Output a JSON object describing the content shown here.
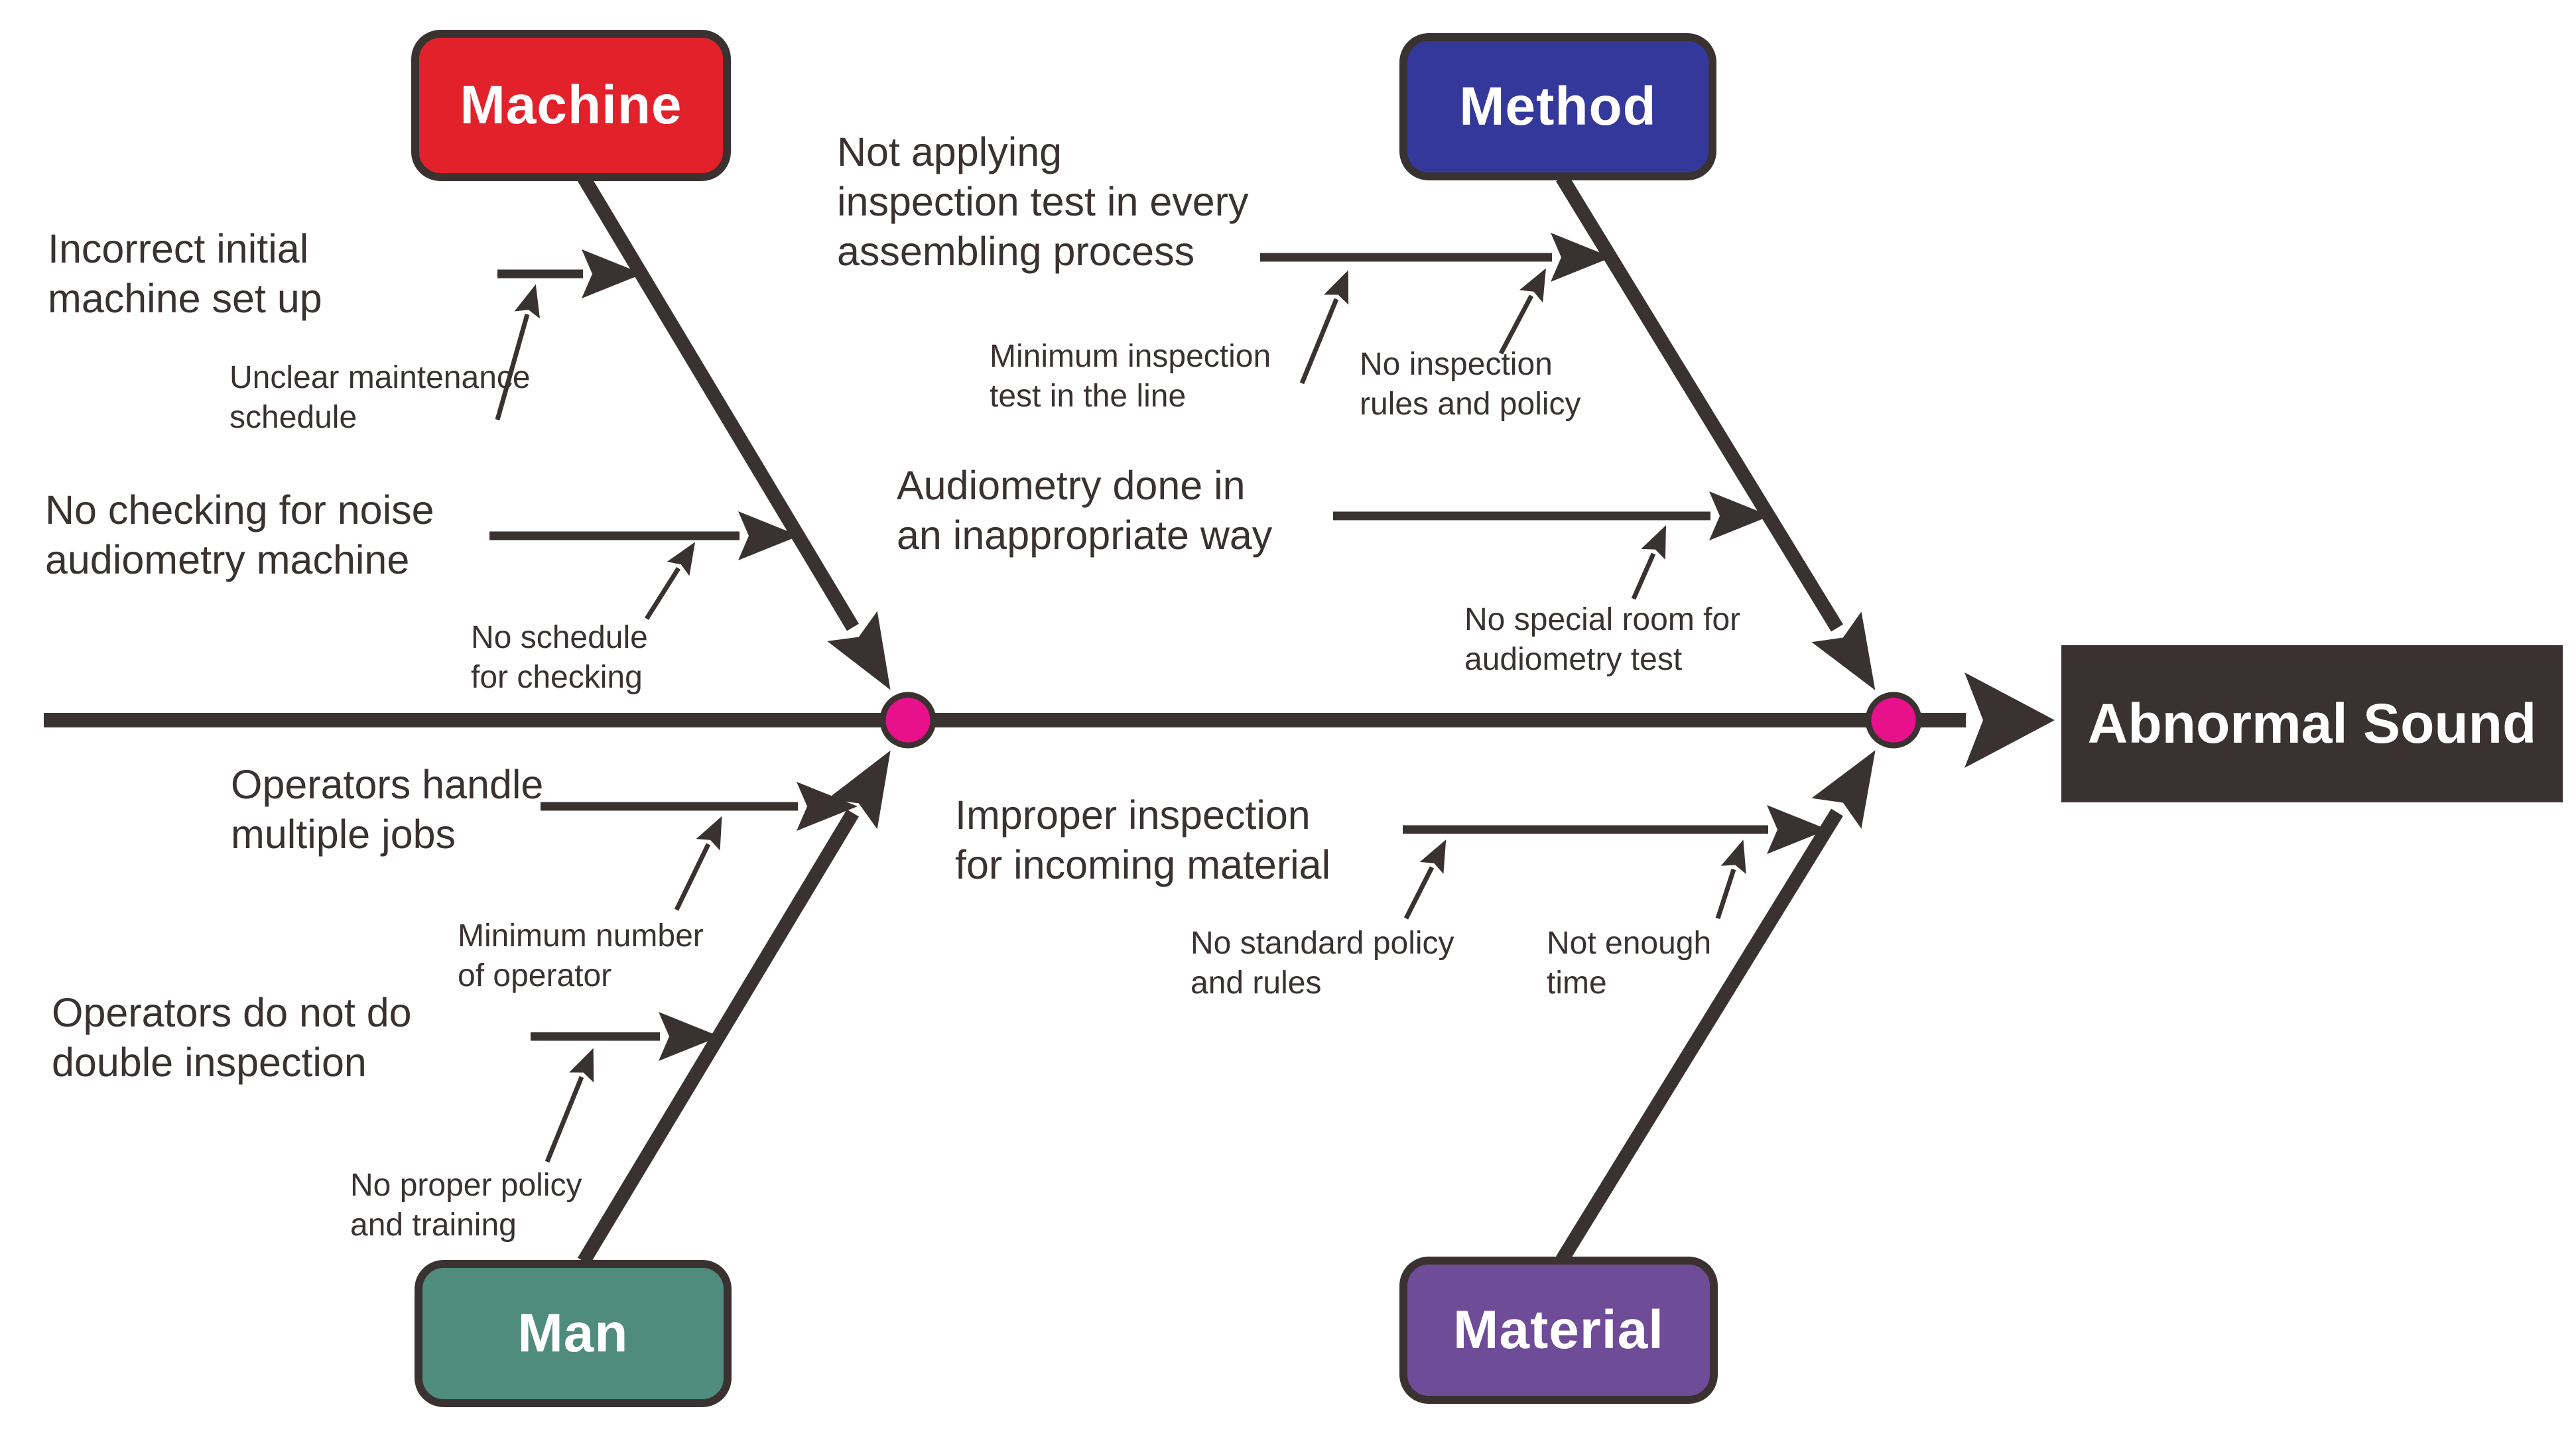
{
  "diagram": {
    "type": "fishbone-cause-effect",
    "effect": "Abnormal Sound",
    "colors": {
      "ink": "#3a3231",
      "machine": "#e3212b",
      "method": "#34389b",
      "man": "#4f8c7d",
      "material": "#6f4c97",
      "junction": "#e9108c",
      "effect_bg": "#3a3231",
      "box_text": "#ffffff",
      "cause_text": "#3a3231",
      "background": "#ffffff"
    },
    "categories": [
      {
        "name": "Machine",
        "position": "top-left",
        "causes": [
          {
            "text": "Incorrect initial\nmachine set up",
            "subcauses": [
              "Unclear maintenance\nschedule"
            ]
          },
          {
            "text": "No checking for noise\naudiometry machine",
            "subcauses": [
              "No schedule\nfor checking"
            ]
          }
        ]
      },
      {
        "name": "Method",
        "position": "top-right",
        "causes": [
          {
            "text": "Not applying\ninspection test in every\nassembling process",
            "subcauses": [
              "Minimum inspection\ntest in the line",
              "No inspection\nrules and policy"
            ]
          },
          {
            "text": "Audiometry done in\nan inappropriate way",
            "subcauses": [
              "No special room for\naudiometry test"
            ]
          }
        ]
      },
      {
        "name": "Man",
        "position": "bottom-left",
        "causes": [
          {
            "text": "Operators handle\nmultiple jobs",
            "subcauses": [
              "Minimum number\nof operator"
            ]
          },
          {
            "text": "Operators do not do\ndouble inspection",
            "subcauses": [
              "No proper policy\nand training"
            ]
          }
        ]
      },
      {
        "name": "Material",
        "position": "bottom-right",
        "causes": [
          {
            "text": "Improper inspection\nfor incoming material",
            "subcauses": [
              "No standard policy\nand rules",
              "Not enough\ntime"
            ]
          }
        ]
      }
    ]
  }
}
